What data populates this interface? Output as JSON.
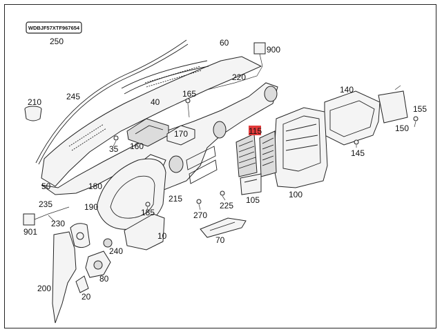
{
  "vin_badge": "WDBJF57XTF967654",
  "highlight_color": "#e23b3b",
  "highlighted_part": "115",
  "callouts": {
    "c250": "250",
    "c60": "60",
    "c900": "900",
    "c220": "220",
    "c210": "210",
    "c245": "245",
    "c165": "165",
    "c40": "40",
    "c140": "140",
    "c155": "155",
    "c150": "150",
    "c170": "170",
    "c160": "160",
    "c35": "35",
    "c115": "115",
    "c145": "145",
    "c50": "50",
    "c180": "180",
    "c105": "105",
    "c100": "100",
    "c215": "215",
    "c225": "225",
    "c235": "235",
    "c190": "190",
    "c185": "185",
    "c270": "270",
    "c230": "230",
    "c901": "901",
    "c10": "10",
    "c70": "70",
    "c240": "240",
    "c200": "200",
    "c80": "80",
    "c20": "20"
  }
}
